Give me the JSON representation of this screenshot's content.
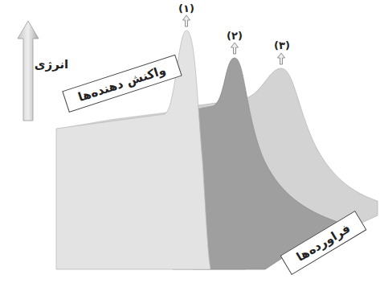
{
  "diagram": {
    "nodes": [
      {
        "text": [
          "واکنش دهنده‌ها"
        ]
      },
      {
        "text": [
          "فراورده‌ها"
        ]
      }
    ],
    "labels": [
      "انرژی",
      "(۱)",
      "(۲)",
      "(۳)"
    ]
  }
}
